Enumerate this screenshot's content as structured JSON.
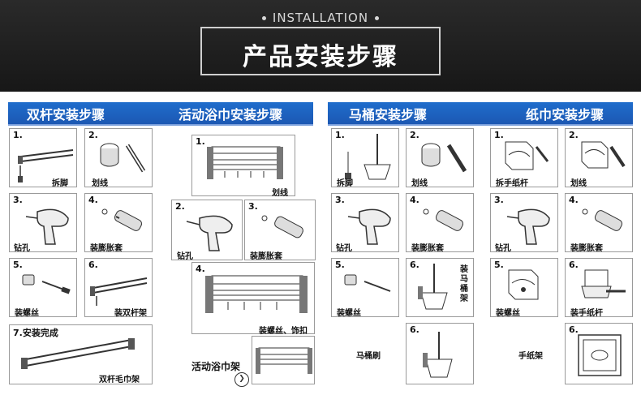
{
  "header": {
    "subtitle": "INSTALLATION",
    "title": "产品安装步骤"
  },
  "sections": {
    "double_bar": "双杆安装步骤",
    "towel_rack": "活动浴巾安装步骤",
    "toilet_brush": "马桶安装步骤",
    "paper_holder": "纸巾安装步骤"
  },
  "double_bar_steps": [
    {
      "num": "1.",
      "label": "拆脚"
    },
    {
      "num": "2.",
      "label": "划线"
    },
    {
      "num": "3.",
      "label": "钻孔"
    },
    {
      "num": "4.",
      "label": "装膨胀套"
    },
    {
      "num": "5.",
      "label": "装螺丝"
    },
    {
      "num": "6.",
      "label": "装双杆架"
    },
    {
      "num": "7.安装完成",
      "label": "双杆毛巾架"
    }
  ],
  "towel_rack_steps": [
    {
      "num": "1.",
      "label": "划线"
    },
    {
      "num": "2.",
      "label": "钻孔"
    },
    {
      "num": "3.",
      "label": "装膨胀套"
    },
    {
      "num": "4.",
      "label": "装螺丝、饰扣"
    }
  ],
  "towel_rack_final": {
    "label": "活动浴巾架",
    "icon": "arrow-right-icon",
    "icon_glyph": "❯"
  },
  "toilet_brush_steps": [
    {
      "num": "1.",
      "label": "拆脚"
    },
    {
      "num": "2.",
      "label": "划线"
    },
    {
      "num": "3.",
      "label": "钻孔"
    },
    {
      "num": "4.",
      "label": "装膨胀套"
    },
    {
      "num": "5.",
      "label": "装螺丝"
    },
    {
      "num": "6.",
      "label": "装马桶架"
    },
    {
      "num": "6.",
      "label": "马桶刷"
    }
  ],
  "paper_holder_steps": [
    {
      "num": "1.",
      "label": "拆手纸杆"
    },
    {
      "num": "2.",
      "label": "划线"
    },
    {
      "num": "3.",
      "label": "钻孔"
    },
    {
      "num": "4.",
      "label": "装膨胀套"
    },
    {
      "num": "5.",
      "label": "装螺丝"
    },
    {
      "num": "6.",
      "label": "装手纸杆"
    },
    {
      "num": "6.",
      "label": "手纸架"
    }
  ],
  "colors": {
    "header_bg": "#1e1e1e",
    "section_bar": "#1c5fbf",
    "border": "#9a9a9a"
  }
}
